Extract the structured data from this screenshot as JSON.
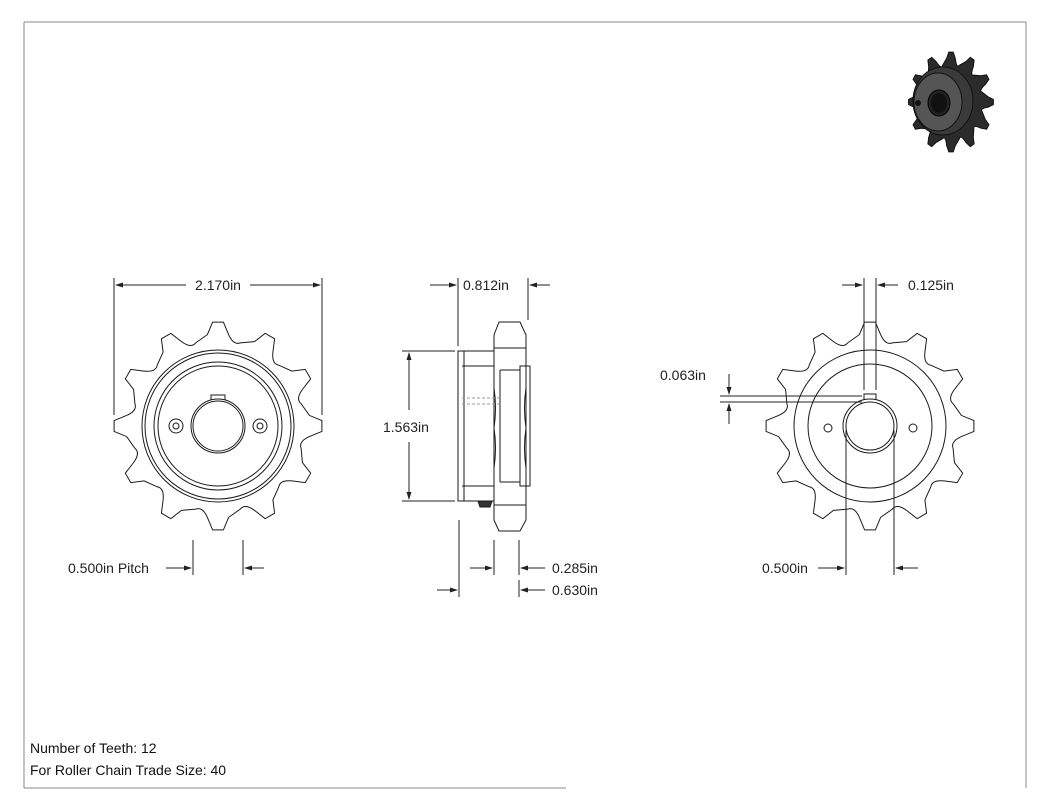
{
  "dimensions": {
    "outer_diameter": "2.170in",
    "pitch": "0.500in Pitch",
    "overall_length": "0.812in",
    "hub_diameter": "1.563in",
    "tooth_width": "0.285in",
    "hub_length": "0.630in",
    "keyway_width": "0.125in",
    "keyway_depth": "0.063in",
    "bore": "0.500in"
  },
  "notes": {
    "teeth": "Number of Teeth: 12",
    "chain_size": "For Roller Chain Trade Size: 40"
  },
  "colors": {
    "line": "#1a1a1a",
    "iso_dark": "#2b2b2b",
    "iso_mid": "#555555"
  }
}
